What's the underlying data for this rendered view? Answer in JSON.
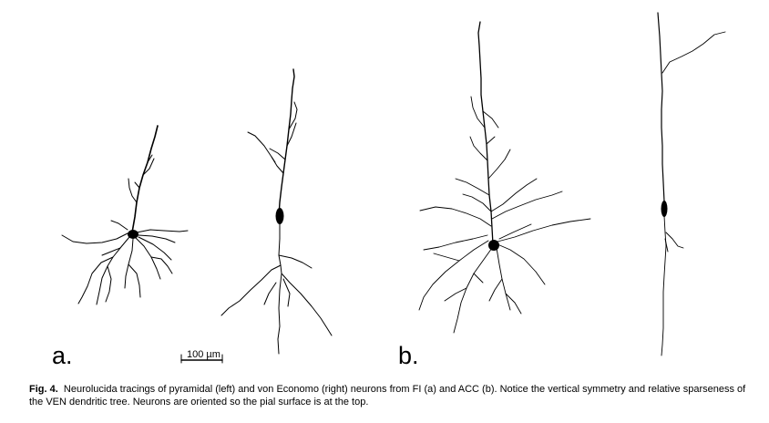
{
  "panels": {
    "a_label": "a.",
    "b_label": "b."
  },
  "scale_bar": {
    "text": "100 µm"
  },
  "caption": {
    "prefix": "Fig. 4.",
    "text": "Neurolucida tracings of pyramidal (left) and von Economo (right) neurons from FI (a) and ACC (b). Notice the vertical symmetry and relative sparseness of the VEN dendritic tree. Neurons are oriented so the pial surface is at the top."
  },
  "colors": {
    "ink": "#000000",
    "background": "#ffffff"
  }
}
